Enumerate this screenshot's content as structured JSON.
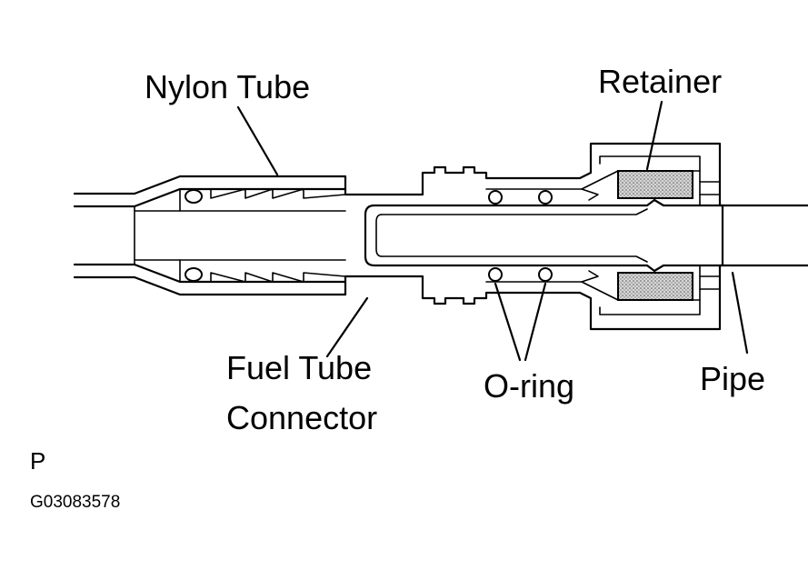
{
  "labels": {
    "nylon_tube": "Nylon Tube",
    "retainer": "Retainer",
    "fuel_tube_line1": "Fuel Tube",
    "fuel_tube_line2": "Connector",
    "o_ring": "O-ring",
    "pipe": "Pipe",
    "view_marker": "P",
    "figure_code": "G03083578"
  },
  "colors": {
    "line": "#000000",
    "background": "#ffffff",
    "retainer_stipple": "#bdbdbd"
  }
}
